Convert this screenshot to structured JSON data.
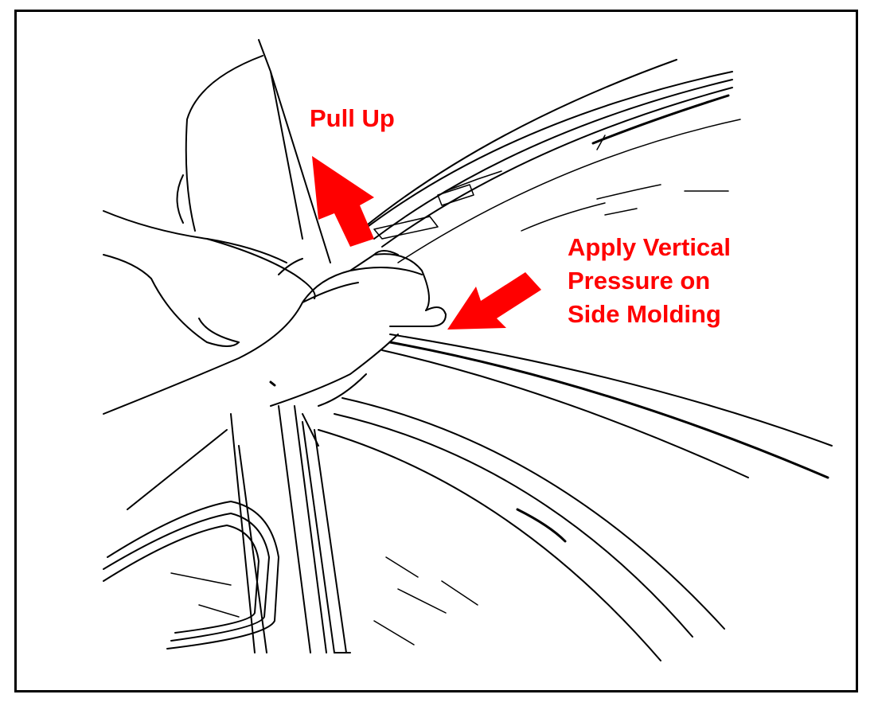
{
  "callouts": {
    "pull_up": "Pull Up",
    "apply_lines": [
      "Apply Vertical",
      "Pressure on",
      "Side Molding"
    ]
  },
  "colors": {
    "arrow": "#ff0000",
    "line": "#000000",
    "frame": "#000000"
  },
  "icons": [
    "arrow-up-icon",
    "arrow-pressure-icon"
  ]
}
